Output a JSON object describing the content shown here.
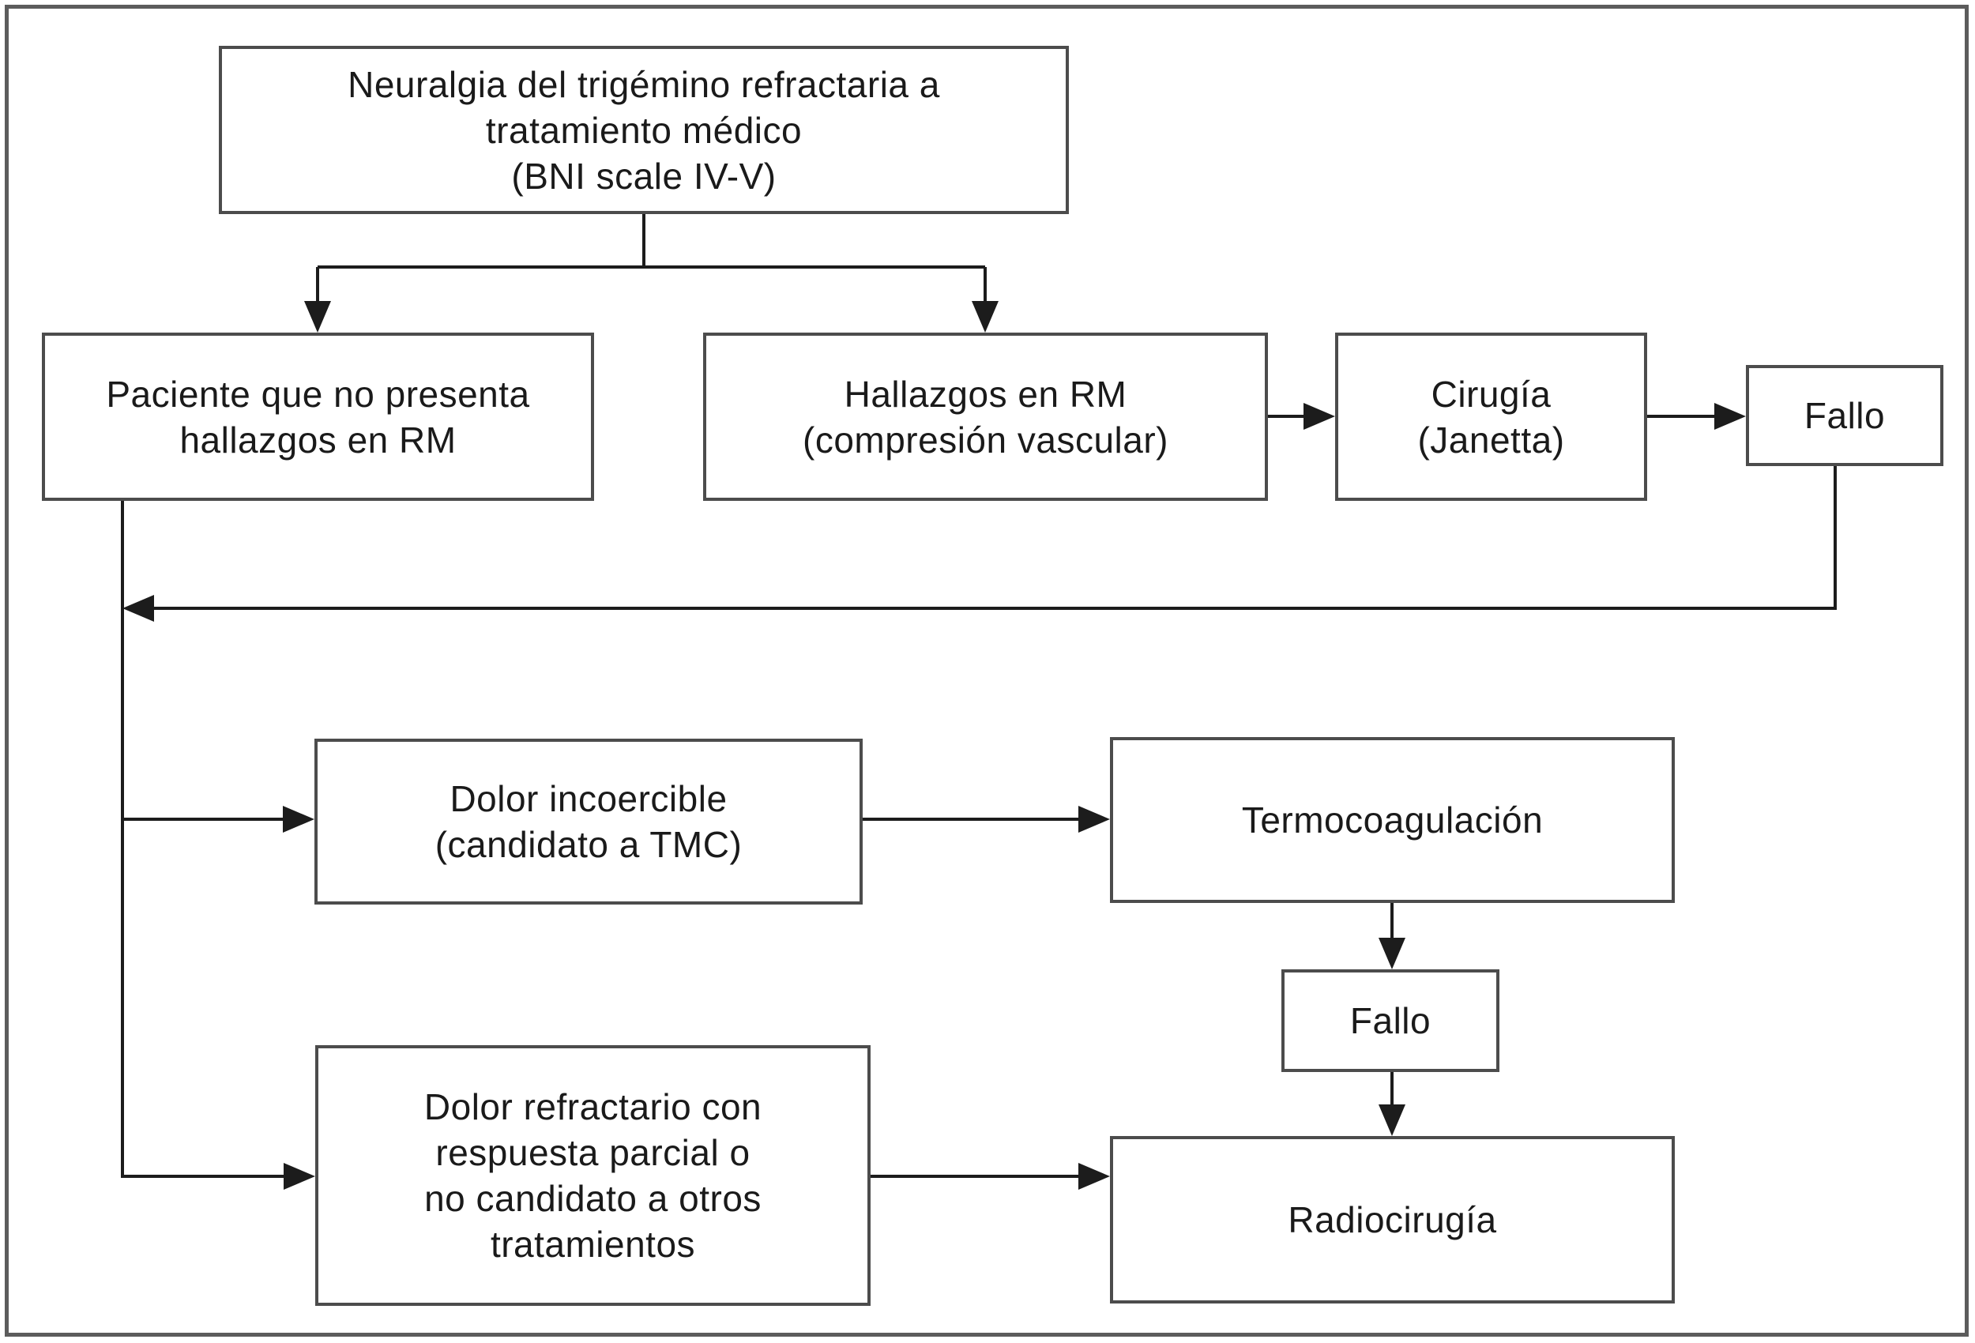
{
  "figure": {
    "type": "flowchart",
    "language": "es",
    "topic": "Algoritmo de tratamiento de la neuralgia del trigémino",
    "colors": {
      "background": "#ffffff",
      "box_border": "#4c4c4c",
      "line": "#1c1c1c",
      "text": "#1a1a1a",
      "frame": "#5c5c5c"
    }
  },
  "nodes": {
    "neuralgia": {
      "lines": [
        "Neuralgia del trigémino refractaria a",
        "tratamiento médico",
        "(BNI scale IV-V)"
      ]
    },
    "paciente_sin_hallazgos": {
      "lines": [
        "Paciente que no presenta",
        "hallazgos en RM"
      ]
    },
    "hallazgos_rm": {
      "lines": [
        "Hallazgos en RM",
        "(compresión vascular)"
      ]
    },
    "cirugia_janetta": {
      "lines": [
        "Cirugía",
        "(Janetta)"
      ]
    },
    "fallo_cirugia": {
      "lines": [
        "Fallo"
      ]
    },
    "dolor_incoercible": {
      "lines": [
        "Dolor incoercible",
        "(candidato a TMC)"
      ]
    },
    "termocoagulacion": {
      "lines": [
        "Termocoagulación"
      ]
    },
    "fallo_termocoagulacion": {
      "lines": [
        "Fallo"
      ]
    },
    "dolor_refractario": {
      "lines": [
        "Dolor refractario con",
        "respuesta parcial o",
        "no candidato a otros",
        "tratamientos"
      ]
    },
    "radiocirugia": {
      "lines": [
        "Radiocirugía"
      ]
    }
  },
  "edges": [
    {
      "from": "neuralgia",
      "to": "paciente_sin_hallazgos",
      "arrow": true
    },
    {
      "from": "neuralgia",
      "to": "hallazgos_rm",
      "arrow": true
    },
    {
      "from": "hallazgos_rm",
      "to": "cirugia_janetta",
      "arrow": true
    },
    {
      "from": "cirugia_janetta",
      "to": "fallo_cirugia",
      "arrow": true
    },
    {
      "from": "fallo_cirugia",
      "to": "paciente_sin_hallazgos",
      "arrow": true,
      "note": "retorna a la vía del paciente sin hallazgos"
    },
    {
      "from": "paciente_sin_hallazgos",
      "to": "dolor_incoercible",
      "arrow": true
    },
    {
      "from": "paciente_sin_hallazgos",
      "to": "dolor_refractario",
      "arrow": true
    },
    {
      "from": "dolor_incoercible",
      "to": "termocoagulacion",
      "arrow": true
    },
    {
      "from": "termocoagulacion",
      "to": "fallo_termocoagulacion",
      "arrow": true
    },
    {
      "from": "fallo_termocoagulacion",
      "to": "radiocirugia",
      "arrow": true
    },
    {
      "from": "dolor_refractario",
      "to": "radiocirugia",
      "arrow": true
    }
  ]
}
